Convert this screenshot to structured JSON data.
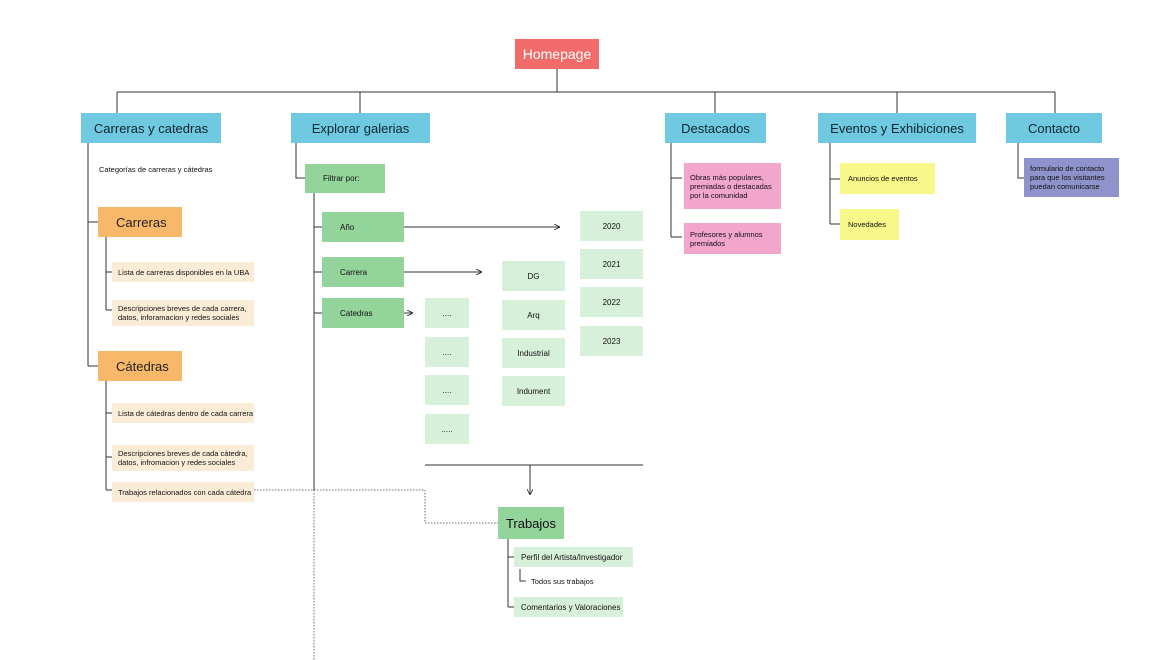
{
  "homepage": "Homepage",
  "categories": {
    "carreras_catedras": "Carreras y catedras",
    "explorar": "Explorar galerias",
    "destacados": "Destacados",
    "eventos": "Eventos y Exhibiciones",
    "contacto": "Contacto"
  },
  "carreras_section": {
    "intro": "Categorías de carreras y cátedras",
    "carreras": {
      "title": "Carreras",
      "items": [
        "Lista de carreras disponibles en la UBA",
        "Descripciones breves de cada carrera,\ndatos, inforamacion y redes sociales"
      ]
    },
    "catedras": {
      "title": "Cátedras",
      "items": [
        "Lista de cátedras dentro de cada carrera",
        "Descripciones breves de cada cátedra,\ndatos, infromacion y redes sociales",
        "Trabajos relacionados con cada cátedra"
      ]
    }
  },
  "explorar_section": {
    "filtrar": "Filtrar por:",
    "filters": [
      "Año",
      "Carrera",
      "Catedras"
    ],
    "years": [
      "2020",
      "2021",
      "2022",
      "2023"
    ],
    "carreras": [
      "DG",
      "Arq",
      "Industrial",
      "Indument"
    ],
    "catedras": [
      "....",
      "....",
      "....",
      "....."
    ]
  },
  "trabajos_section": {
    "title": "Trabajos",
    "perfil": "Perfil del Artista/Investigador",
    "todos": "Todos sus trabajos",
    "comentarios": "Comentarios y Valoraciones"
  },
  "destacados_section": {
    "items": [
      "Obras más populares,\npremiadas o destacadas\npor la comunidad",
      "Profesores y alumnos\npremiados"
    ]
  },
  "eventos_section": {
    "items": [
      "Anuncios de eventos",
      "Novedades"
    ]
  },
  "contacto_section": {
    "text": "formulario de contacto\npara que los visitantes\npuedan comunicarse"
  }
}
